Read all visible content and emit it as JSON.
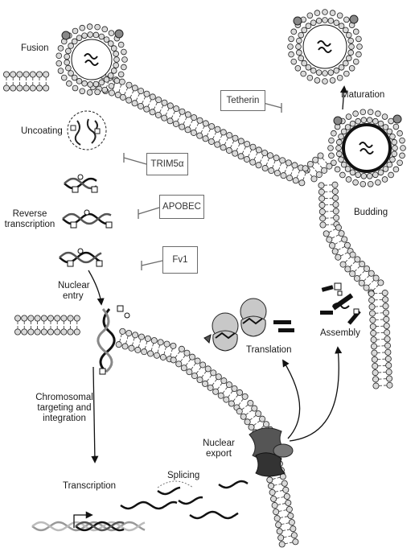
{
  "labels": {
    "fusion": "Fusion",
    "uncoating": "Uncoating",
    "reverse_transcription_1": "Reverse",
    "reverse_transcription_2": "transcription",
    "nuclear_entry_1": "Nuclear",
    "nuclear_entry_2": "entry",
    "chromosomal_1": "Chromosomal",
    "chromosomal_2": "targeting and",
    "chromosomal_3": "integration",
    "transcription": "Transcription",
    "splicing": "Splicing",
    "nuclear_export_1": "Nuclear",
    "nuclear_export_2": "export",
    "translation": "Translation",
    "assembly": "Assembly",
    "budding": "Budding",
    "maturation": "Maturation"
  },
  "restriction_factors": {
    "tetherin": "Tetherin",
    "trim5a": "TRIM5α",
    "apobec": "APOBEC",
    "fv1": "Fv1"
  },
  "colors": {
    "membrane_head_fill": "#d9d9d9",
    "outline": "#222222",
    "box_border": "#6b6b6b",
    "pore": "#555555",
    "ribosome": "#c8c8c8"
  }
}
